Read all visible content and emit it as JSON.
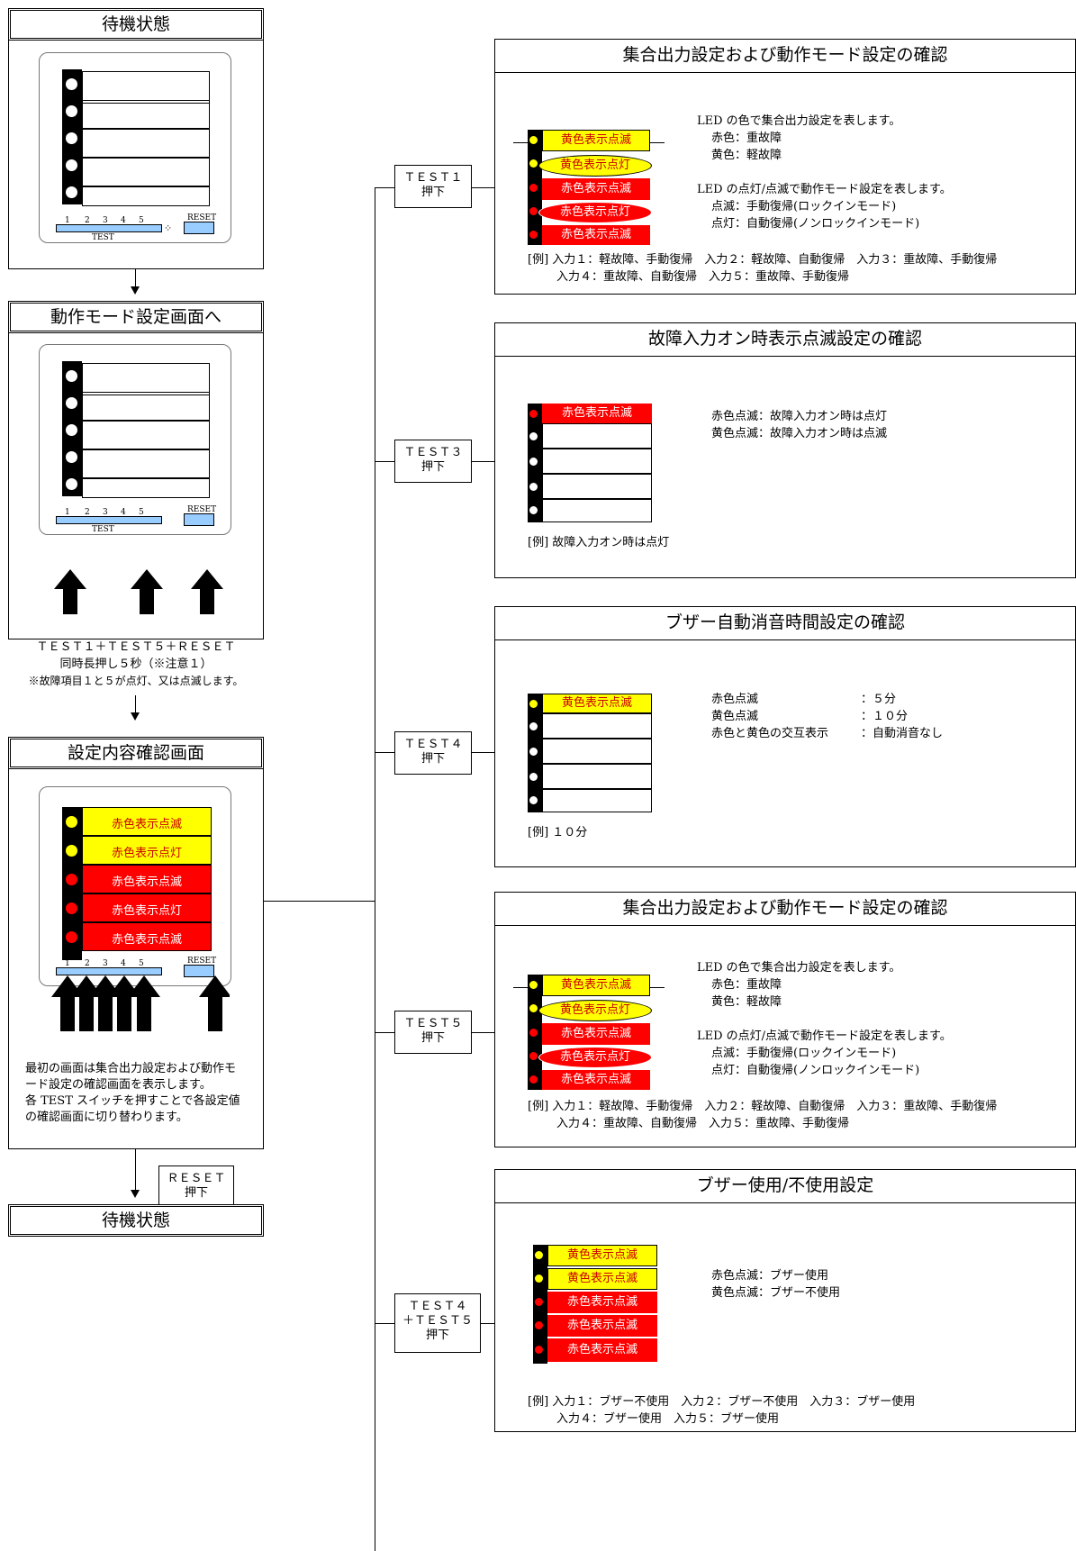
{
  "left": {
    "standby_title": "待機状態",
    "mode_title": "動作モード設定画面へ",
    "mode_caption_1": "ＴＥＳＴ１＋ＴＥＳＴ５＋ＲＥＳＥＴ",
    "mode_caption_2": "同時長押し５秒（※注意１）",
    "mode_caption_3": "※故障項目１と５が点灯、又は点滅します。",
    "confirm_title": "設定内容確認画面",
    "confirm_desc_1": "最初の画面は集合出力設定および動作モ",
    "confirm_desc_2": "ード設定の確認画面を表示します。",
    "confirm_desc_3": "各 TEST スイッチを押すことで各設定値",
    "confirm_desc_4": "の確認画面に切り替わります。",
    "reset_press_1": "ＲＥＳＥＴ",
    "reset_press_2": "押下",
    "standby_title_2": "待機状態"
  },
  "device": {
    "reset_label": "RESET",
    "test_label": "TEST",
    "nums": [
      "1",
      "2",
      "3",
      "4",
      "5"
    ]
  },
  "labels": {
    "red_blink": "赤色表示点滅",
    "red_on": "赤色表示点灯",
    "yellow_blink": "黄色表示点滅",
    "yellow_on": "黄色表示点灯"
  },
  "buttons": {
    "test1_1": "ＴＥＳＴ１",
    "test1_2": "押下",
    "test3_1": "ＴＥＳＴ３",
    "test3_2": "押下",
    "test4_1": "ＴＥＳＴ４",
    "test4_2": "押下",
    "test5_1": "ＴＥＳＴ５",
    "test5_2": "押下",
    "test45_1": "ＴＥＳＴ４",
    "test45_2": "＋ＴＥＳＴ５",
    "test45_3": "押下"
  },
  "sec1": {
    "title": "集合出力設定および動作モード設定の確認",
    "l1": "LED の色で集合出力設定を表します。",
    "l2": "赤色：重故障",
    "l3": "黄色：軽故障",
    "l4": "LED の点灯/点滅で動作モード設定を表します。",
    "l5": "点滅：手動復帰(ロックインモード)",
    "l6": "点灯：自動復帰(ノンロックインモード)",
    "ex1": "[例] 入力１：軽故障、手動復帰　入力２：軽故障、自動復帰　入力３：重故障、手動復帰",
    "ex2": "入力４：重故障、自動復帰　入力５：重故障、手動復帰"
  },
  "sec2": {
    "title": "故障入力オン時表示点滅設定の確認",
    "l1": "赤色点滅：故障入力オン時は点灯",
    "l2": "黄色点滅：故障入力オン時は点滅",
    "ex": "[例] 故障入力オン時は点灯"
  },
  "sec3": {
    "title": "ブザー自動消音時間設定の確認",
    "l1a": "赤色点滅",
    "l1b": "：５分",
    "l2a": "黄色点滅",
    "l2b": "：１０分",
    "l3a": "赤色と黄色の交互表示",
    "l3b": "：自動消音なし",
    "ex": "[例] １０分"
  },
  "sec4": {
    "title": "集合出力設定および動作モード設定の確認",
    "l1": "LED の色で集合出力設定を表します。",
    "l2": "赤色：重故障",
    "l3": "黄色：軽故障",
    "l4": "LED の点灯/点滅で動作モード設定を表します。",
    "l5": "点滅：手動復帰(ロックインモード)",
    "l6": "点灯：自動復帰(ノンロックインモード)",
    "ex1": "[例] 入力１：軽故障、手動復帰　入力２：軽故障、自動復帰　入力３：重故障、手動復帰",
    "ex2": "入力４：重故障、自動復帰　入力５：重故障、手動復帰"
  },
  "sec5": {
    "title": "ブザー使用/不使用設定",
    "l1": "赤色点滅：ブザー使用",
    "l2": "黄色点滅：ブザー不使用",
    "ex1": "[例] 入力１：ブザー不使用　入力２：ブザー不使用　入力３：ブザー使用",
    "ex2": "入力４：ブザー使用　入力５：ブザー使用"
  },
  "colors": {
    "red": "#ff0000",
    "yellow": "#ffff00",
    "button_blue": "#99ccff"
  }
}
